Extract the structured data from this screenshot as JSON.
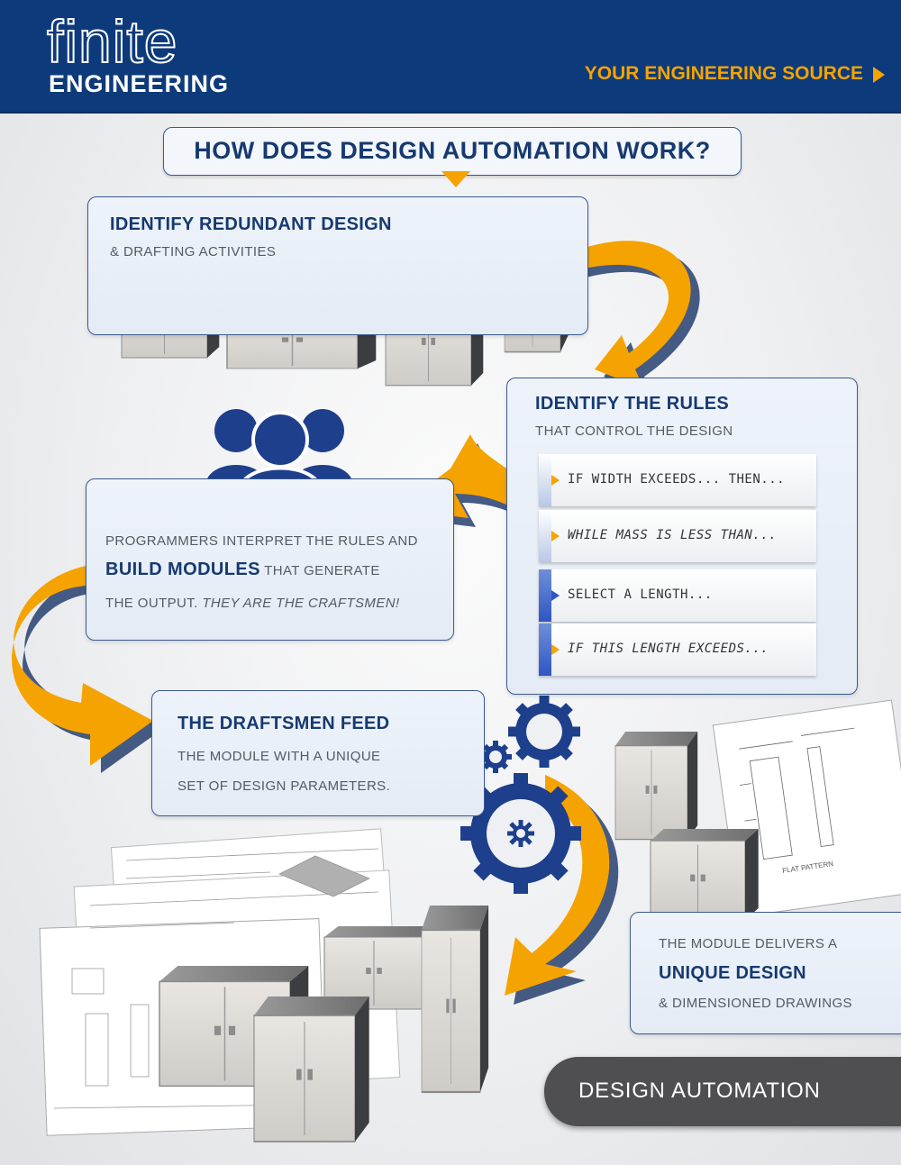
{
  "header": {
    "logo_top": "finite",
    "logo_bottom": "ENGINEERING",
    "tagline": "YOUR ENGINEERING SOURCE"
  },
  "title": "HOW DOES DESIGN AUTOMATION WORK?",
  "step1": {
    "heading": "IDENTIFY REDUNDANT DESIGN",
    "sub": "& DRAFTING ACTIVITIES"
  },
  "step2": {
    "heading": "IDENTIFY THE RULES",
    "sub": "THAT CONTROL THE DESIGN",
    "rules": [
      "IF WIDTH EXCEEDS... THEN...",
      "WHILE MASS IS LESS THAN...",
      "SELECT A LENGTH...",
      "IF THIS LENGTH EXCEEDS..."
    ]
  },
  "step3": {
    "line1": "PROGRAMMERS INTERPRET THE RULES AND",
    "emph": "BUILD MODULES",
    "line2_rest": " THAT GENERATE",
    "line3": "THE OUTPUT.  ",
    "line3_it": "THEY ARE THE CRAFTSMEN!"
  },
  "step4": {
    "heading": "THE DRAFTSMEN FEED",
    "line1": "THE MODULE WITH A UNIQUE",
    "line2": "SET OF DESIGN PARAMETERS."
  },
  "step5": {
    "line1": "THE MODULE DELIVERS A",
    "heading": "UNIQUE DESIGN",
    "line2": "& DIMENSIONED DRAWINGS"
  },
  "drawing_label": "FLAT PATTERN",
  "badge": "DESIGN AUTOMATION",
  "colors": {
    "navy": "#0d3a7a",
    "accent": "#f5a300",
    "text_dark": "#163a70"
  },
  "icons": [
    "people-group-icon",
    "gear-icon",
    "curved-arrow-icon",
    "cabinet-icon"
  ]
}
